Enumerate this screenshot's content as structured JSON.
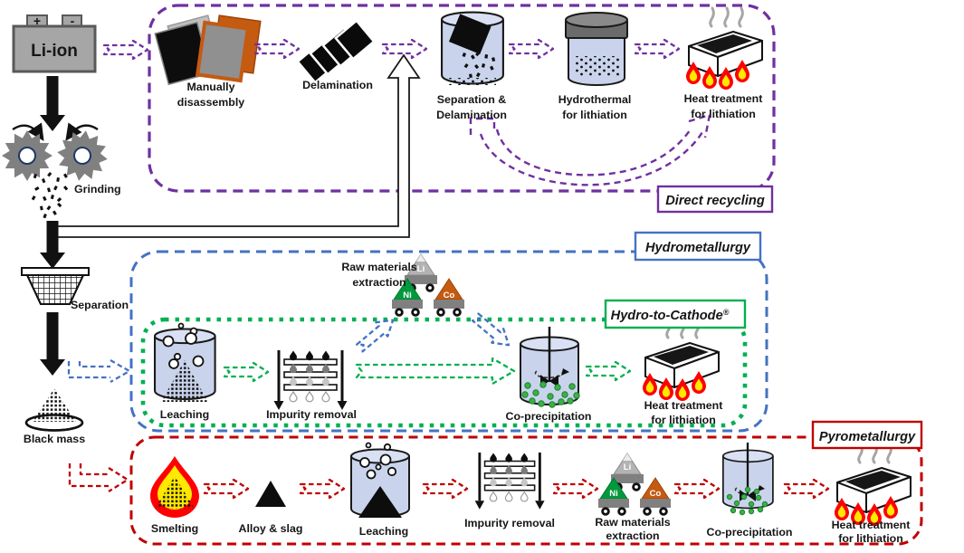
{
  "colors": {
    "purple": "#7030a0",
    "blue": "#4472c4",
    "green": "#00b050",
    "red": "#c00000",
    "flame_red": "#ff0000",
    "flame_yellow": "#ffe900",
    "liquid_blue": "#c9d4ec",
    "battery_gray": "#a6a6a6",
    "cobalt_orange": "#c55a11",
    "nickel_green": "#00993d"
  },
  "icons": {
    "battery": "li-ion-battery-icon",
    "gears": "grinding-gears-icon",
    "sieve": "separation-sieve-icon",
    "pile": "black-mass-pile-icon",
    "beaker": "beaker-icon",
    "jar": "autoclave-jar-icon",
    "hotplate": "hotplate-flames-icon",
    "filter": "filter-stack-icon",
    "carts": "mining-carts-icon",
    "flame": "smelting-flame-icon"
  },
  "battery": {
    "label": "Li-ion",
    "plus": "+",
    "minus": "-"
  },
  "pretreatment": {
    "grinding": "Grinding",
    "separation": "Separation",
    "black_mass": "Black mass"
  },
  "direct": {
    "box_label": "Direct recycling",
    "manual_1": "Manually",
    "manual_2": "disassembly",
    "delamination": "Delamination",
    "sepdelam_1": "Separation &",
    "sepdelam_2": "Delamination",
    "hydrothermal_1": "Hydrothermal",
    "hydrothermal_2": "for lithiation",
    "heat_1": "Heat treatment",
    "heat_2": "for lithiation"
  },
  "hydro": {
    "box_label": "Hydrometallurgy",
    "h2c_label": "Hydro-to-Cathode",
    "h2c_reg": "®",
    "raw_1": "Raw materials",
    "raw_2": "extraction",
    "li": "Li",
    "ni": "Ni",
    "co": "Co",
    "leaching": "Leaching",
    "impurity": "Impurity removal",
    "coprecipitation": "Co-precipitation",
    "heat_1": "Heat treatment",
    "heat_2": "for lithiation"
  },
  "pyro": {
    "box_label": "Pyrometallurgy",
    "smelting": "Smelting",
    "alloy_slag": "Alloy & slag",
    "leaching": "Leaching",
    "impurity": "Impurity removal",
    "raw_1": "Raw materials",
    "raw_2": "extraction",
    "li": "Li",
    "ni": "Ni",
    "co": "Co",
    "coprecipitation": "Co-precipitation",
    "heat_1": "Heat treatment",
    "heat_2": "for lithiation"
  }
}
